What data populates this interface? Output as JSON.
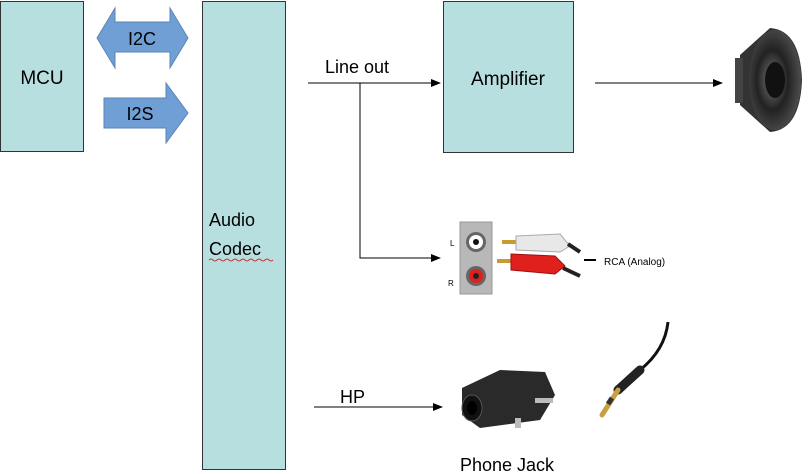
{
  "blocks": {
    "mcu": "MCU",
    "codec_line1": "Audio",
    "codec_line2": "Codec",
    "amplifier": "Amplifier"
  },
  "buses": {
    "i2c": "I2C",
    "i2s": "I2S"
  },
  "signals": {
    "line_out": "Line out",
    "hp": "HP"
  },
  "connectors": {
    "rca_label": "RCA (Analog)",
    "rca_left": "L",
    "rca_right": "R",
    "phone_jack": "Phone Jack"
  },
  "colors": {
    "block_fill": "#b8dfe0",
    "arrow_fill": "#6f9fd4",
    "rca_red": "#e0201c",
    "rca_white": "#e8e8e8"
  }
}
